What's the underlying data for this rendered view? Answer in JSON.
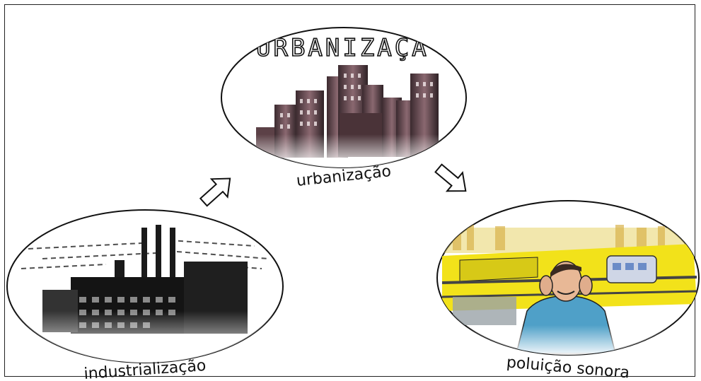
{
  "nodes": {
    "top": {
      "label": "urbanização",
      "sign_text": "URBANIZAÇÃ"
    },
    "left": {
      "label": "industrialização"
    },
    "right": {
      "label": "poluição sonora"
    }
  },
  "colors": {
    "stroke": "#111111",
    "building": "#6e4b52",
    "road_yellow": "#f2e21a",
    "sky": "#ffffff"
  }
}
